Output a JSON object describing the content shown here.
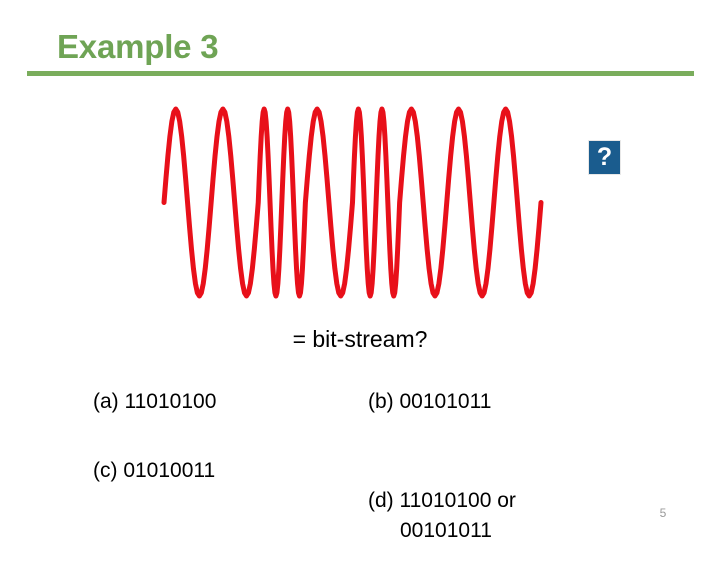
{
  "slide": {
    "title": "Example 3",
    "page_number": "5",
    "accent_color": "#7aad5c",
    "title_color": "#6fa455",
    "waveform_color": "#e8101a",
    "badge_color": "#1a5c8e",
    "background": "#ffffff"
  },
  "figure": {
    "name": "fsk-waveform",
    "caption": "= bit-stream?",
    "badge_glyph": "?",
    "badge_icon_name": "question-mark-icon",
    "chart_data": {
      "type": "line",
      "title": "",
      "xlabel": "",
      "ylabel": "",
      "grid": false,
      "legend": null,
      "xlim": [
        0,
        8
      ],
      "ylim": [
        -1,
        1
      ],
      "description": "Frequency-shift-keyed (FSK) carrier: 8 bit intervals, low frequency = 1 cycle per bit, high frequency = 2 cycles per bit",
      "series": [
        {
          "name": "modulated-carrier",
          "color": "#e8101a",
          "bit_intervals": [
            {
              "index": 0,
              "bit": "1",
              "frequency": "low",
              "cycles": 1
            },
            {
              "index": 1,
              "bit": "1",
              "frequency": "low",
              "cycles": 1
            },
            {
              "index": 2,
              "bit": "0",
              "frequency": "high",
              "cycles": 2
            },
            {
              "index": 3,
              "bit": "1",
              "frequency": "low",
              "cycles": 1
            },
            {
              "index": 4,
              "bit": "0",
              "frequency": "high",
              "cycles": 2
            },
            {
              "index": 5,
              "bit": "1",
              "frequency": "low",
              "cycles": 1
            },
            {
              "index": 6,
              "bit": "0",
              "frequency": "low",
              "cycles": 1
            },
            {
              "index": 7,
              "bit": "0",
              "frequency": "low",
              "cycles": 1
            }
          ]
        }
      ]
    }
  },
  "options": {
    "a": "(a) 11010100",
    "b": "(b) 00101011",
    "c": "(c) 01010011",
    "d_line1": "(d) 11010100 or",
    "d_line2": "00101011"
  }
}
